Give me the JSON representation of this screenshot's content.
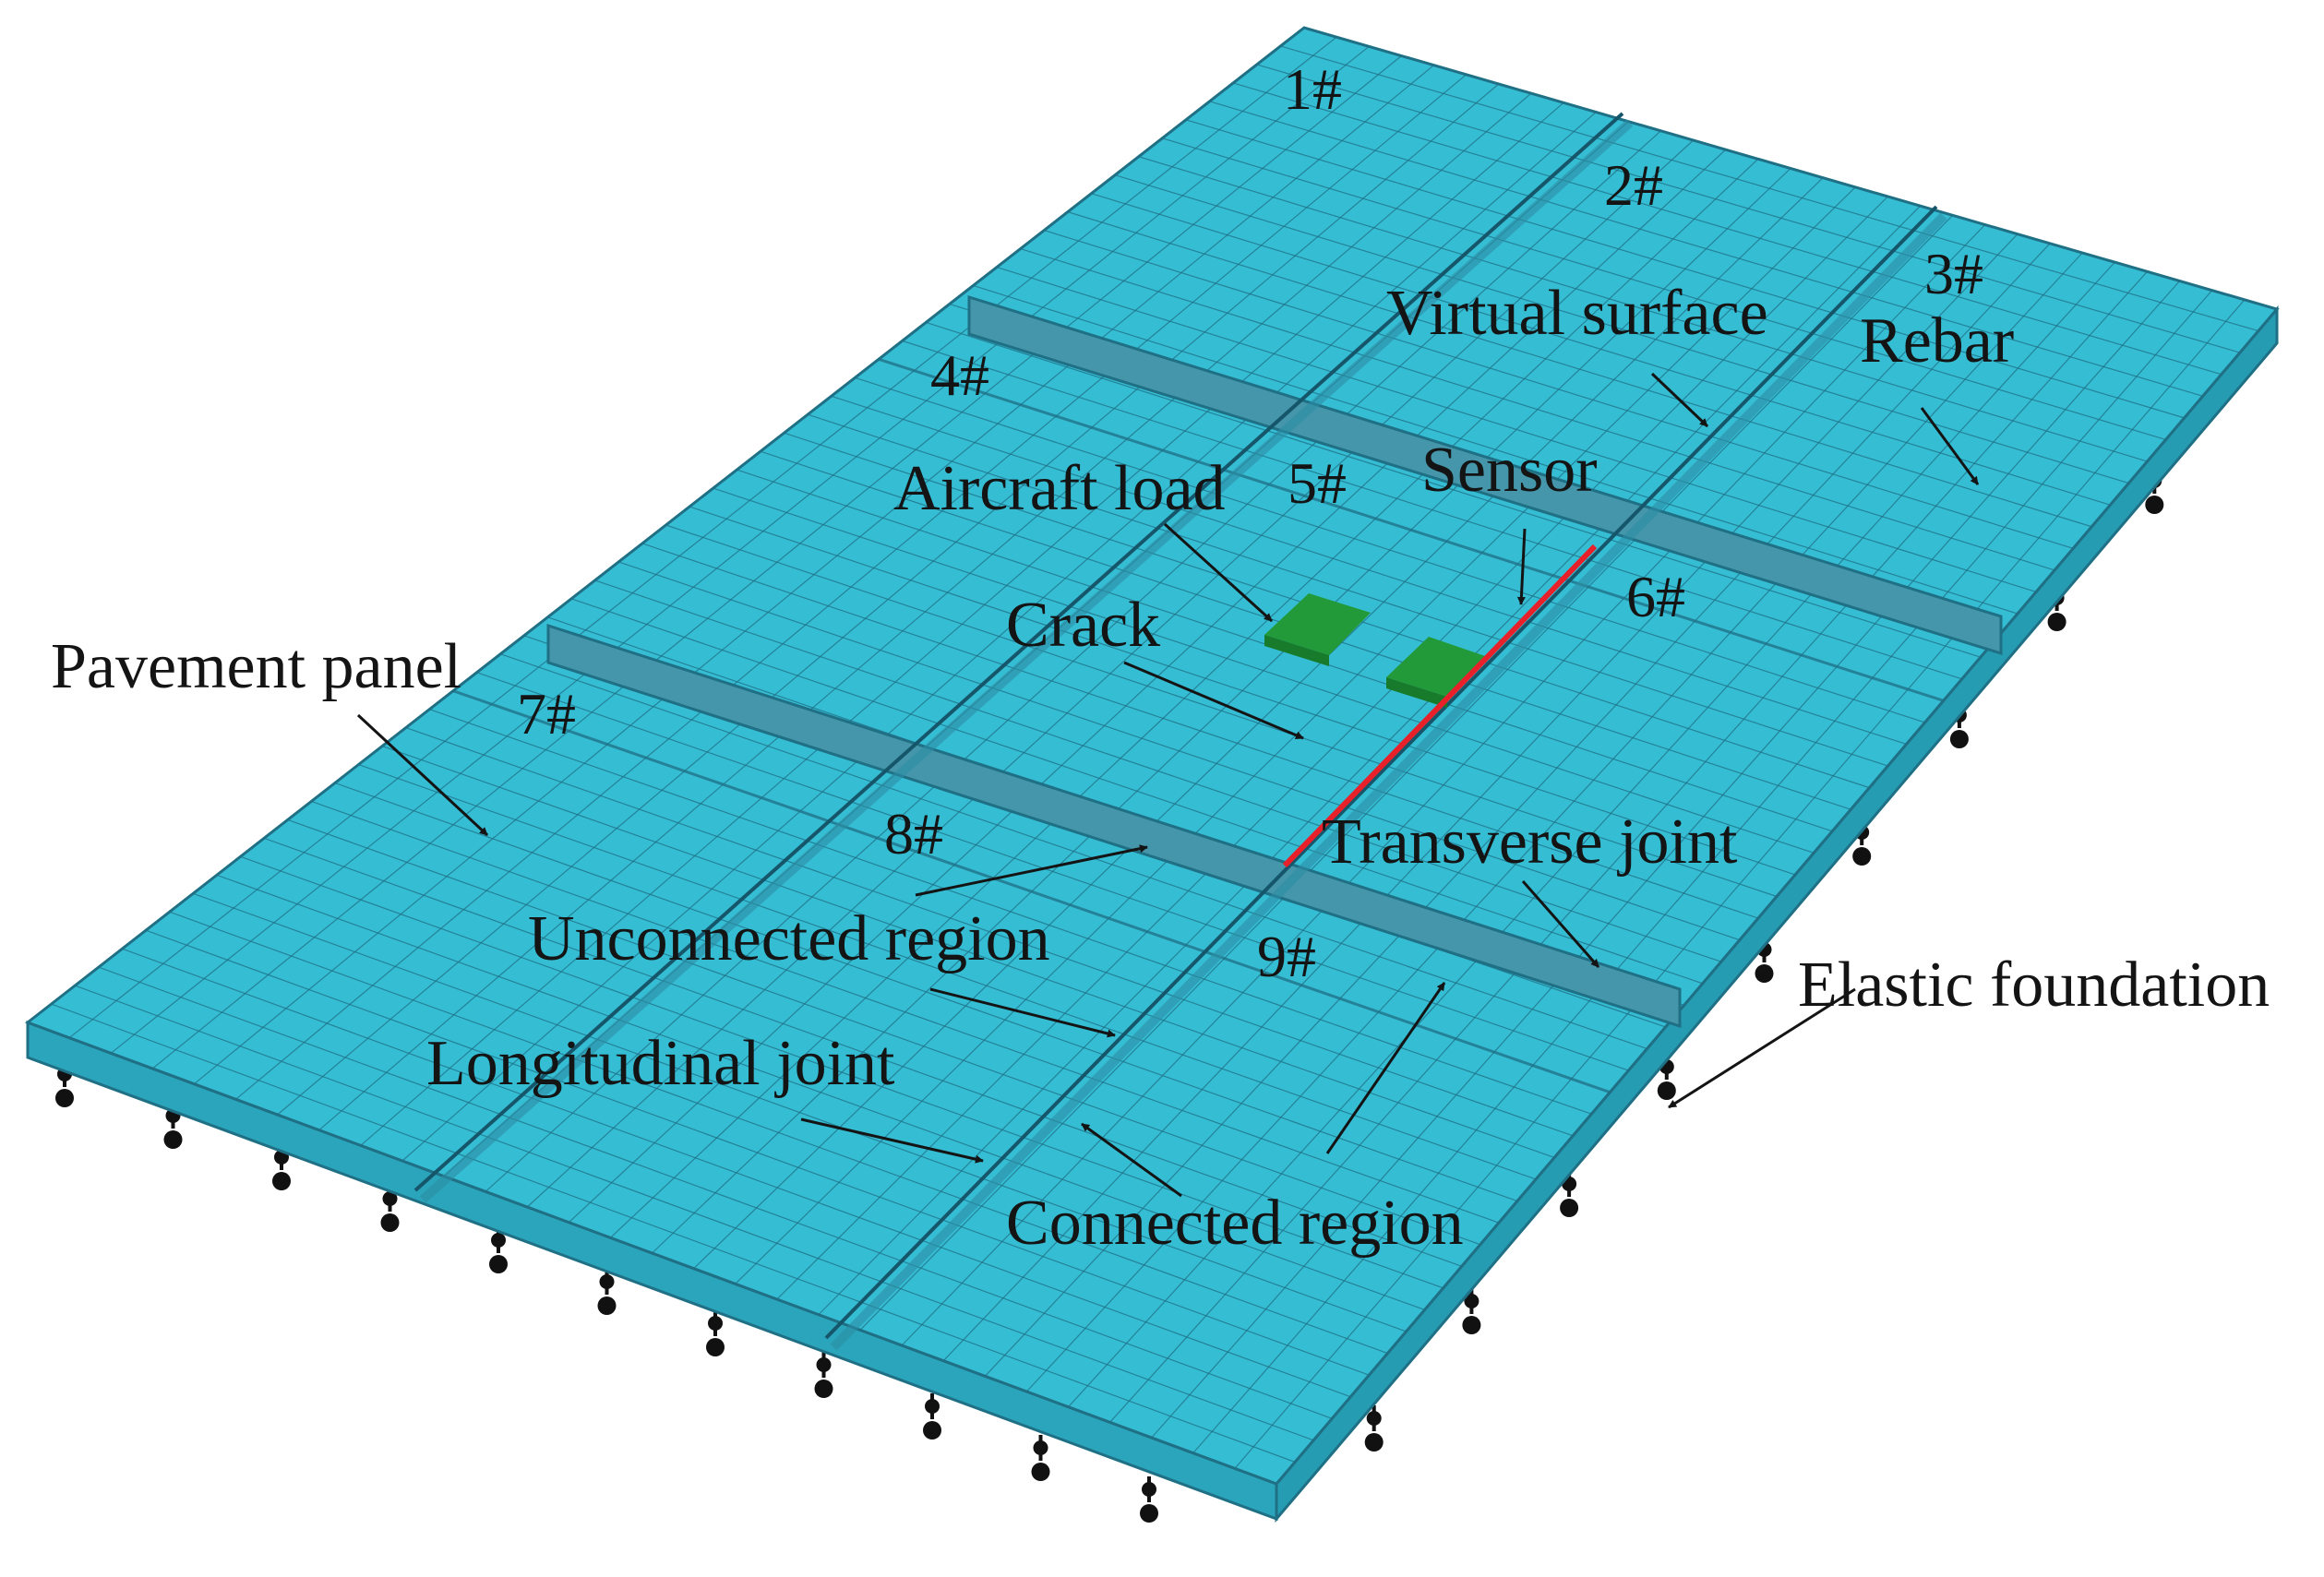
{
  "colors": {
    "slab_top": "#35bdd3",
    "slab_side": "#2aa5bb",
    "grid": "#1f6f85",
    "joint_face": "#4596aa",
    "load_patch": "#239a3a",
    "crack": "#e8202a",
    "support": "#111111",
    "text": "#141414"
  },
  "panel_numbers": [
    "1#",
    "2#",
    "3#",
    "4#",
    "5#",
    "6#",
    "7#",
    "8#",
    "9#"
  ],
  "labels": {
    "virtual_surface": "Virtual surface",
    "rebar": "Rebar",
    "aircraft_load": "Aircraft load",
    "sensor": "Sensor",
    "crack": "Crack",
    "pavement_panel": "Pavement panel",
    "transverse_joint": "Transverse joint",
    "unconnected_region": "Unconnected region",
    "elastic_foundation": "Elastic foundation",
    "longitudinal_joint": "Longitudinal joint",
    "connected_region": "Connected region"
  }
}
